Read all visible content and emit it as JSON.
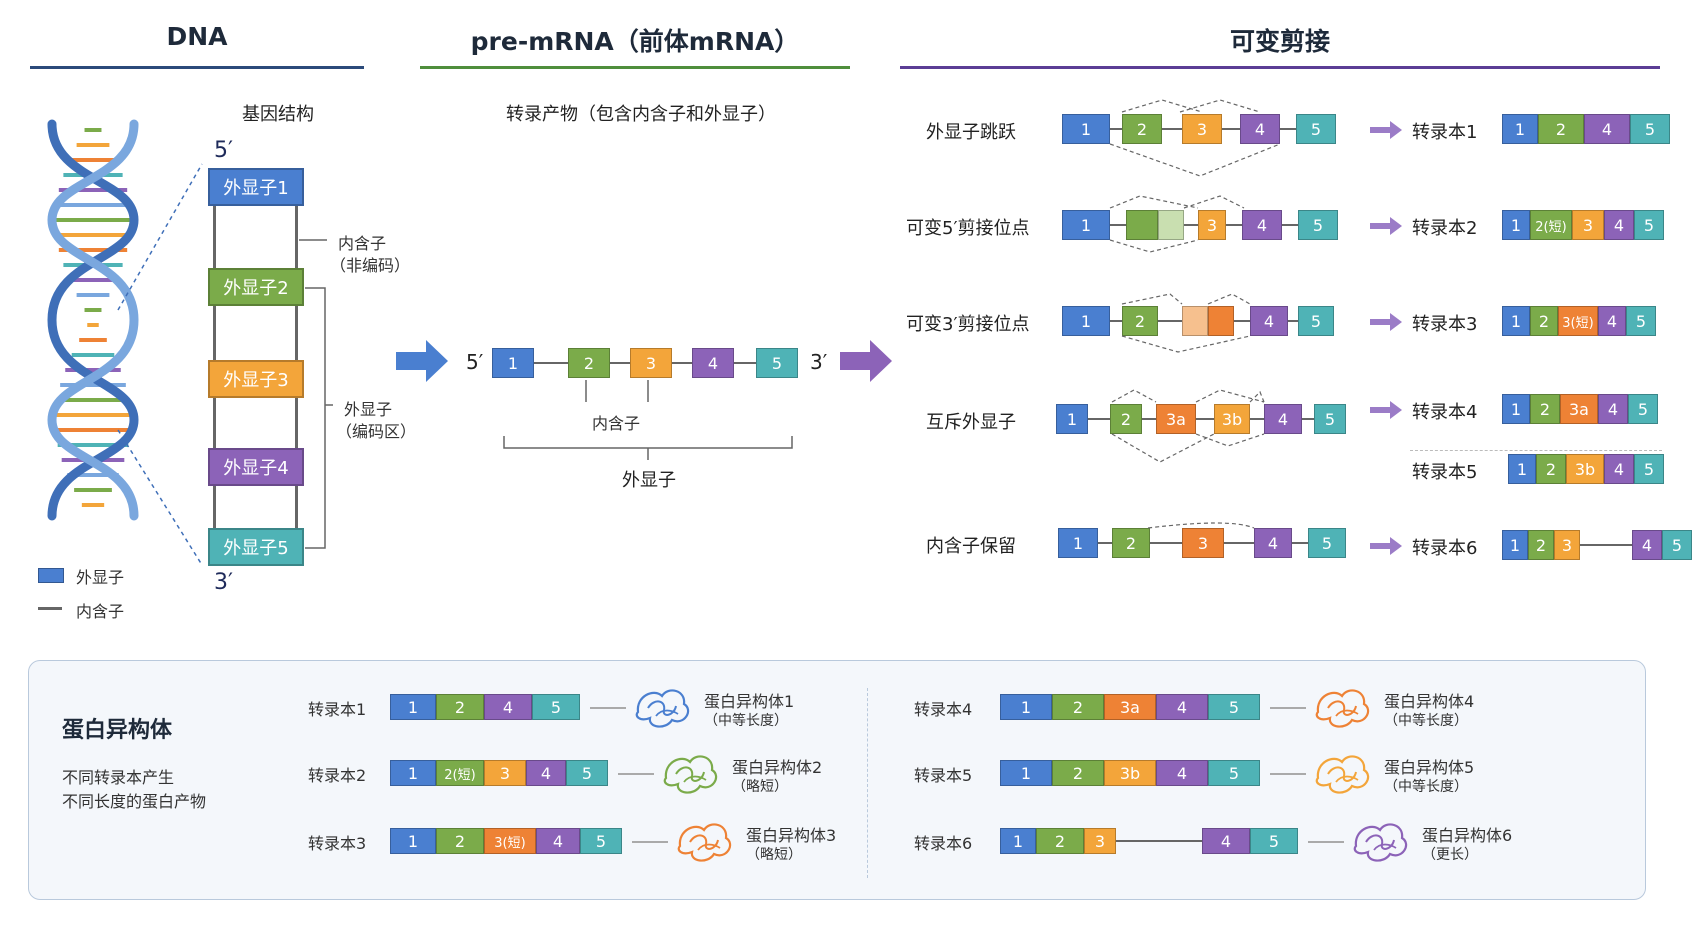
{
  "colors": {
    "e1": "#4a7fd0",
    "e2": "#7bab4a",
    "e3": "#f3a53a",
    "e3o": "#ee8235",
    "e4": "#8c63b8",
    "e5": "#4fb3b6",
    "intron": "#666666",
    "dna_header": "#2b4a7a",
    "pre_header": "#4f8e3c",
    "alt_header": "#5b3d95"
  },
  "headers": {
    "dna": "DNA",
    "pre": "pre-mRNA（前体mRNA）",
    "alt": "可变剪接"
  },
  "dna": {
    "gene_title": "基因结构",
    "five": "5′",
    "three": "3′",
    "exons": [
      "外显子1",
      "外显子2",
      "外显子3",
      "外显子4",
      "外显子5"
    ],
    "intron_label_1": "内含子",
    "intron_label_2": "（非编码）",
    "exon_label_1": "外显子",
    "exon_label_2": "（编码区）",
    "legend_exon": "外显子",
    "legend_intron": "内含子"
  },
  "pre": {
    "title": "转录产物（包含内含子和外显子）",
    "five": "5′",
    "three": "3′",
    "exons": [
      "1",
      "2",
      "3",
      "4",
      "5"
    ],
    "intron_label": "内含子",
    "exon_label": "外显子"
  },
  "alt": {
    "rows": [
      {
        "type": "外显子跳跃",
        "transcript": "转录本1"
      },
      {
        "type": "可变5′剪接位点",
        "transcript": "转录本2"
      },
      {
        "type": "可变3′剪接位点",
        "transcript": "转录本3"
      },
      {
        "type": "互斥外显子",
        "transcript": "转录本4",
        "transcript2": "转录本5"
      },
      {
        "type": "内含子保留",
        "transcript": "转录本6"
      }
    ],
    "pre_labels": {
      "e1": "1",
      "e2": "2",
      "e3": "3",
      "e3a": "3a",
      "e3b": "3b",
      "e4": "4",
      "e5": "5"
    },
    "results": [
      [
        "1",
        "2",
        "4",
        "5"
      ],
      [
        "1",
        "2(短)",
        "3",
        "4",
        "5"
      ],
      [
        "1",
        "2",
        "3(短)",
        "4",
        "5"
      ],
      [
        "1",
        "2",
        "3a",
        "4",
        "5"
      ],
      [
        "1",
        "2",
        "3b",
        "4",
        "5"
      ],
      [
        "1",
        "2",
        "3",
        "4",
        "5"
      ]
    ]
  },
  "protein": {
    "title": "蛋白异构体",
    "desc_1": "不同转录本产生",
    "desc_2": "不同长度的蛋白产物",
    "items": [
      {
        "transcript": "转录本1",
        "name": "蛋白异构体1",
        "len": "（中等长度）",
        "segs": [
          "1",
          "2",
          "4",
          "5"
        ]
      },
      {
        "transcript": "转录本2",
        "name": "蛋白异构体2",
        "len": "（略短）",
        "segs": [
          "1",
          "2(短)",
          "3",
          "4",
          "5"
        ]
      },
      {
        "transcript": "转录本3",
        "name": "蛋白异构体3",
        "len": "（略短）",
        "segs": [
          "1",
          "2",
          "3(短)",
          "4",
          "5"
        ]
      },
      {
        "transcript": "转录本4",
        "name": "蛋白异构体4",
        "len": "（中等长度）",
        "segs": [
          "1",
          "2",
          "3a",
          "4",
          "5"
        ]
      },
      {
        "transcript": "转录本5",
        "name": "蛋白异构体5",
        "len": "（中等长度）",
        "segs": [
          "1",
          "2",
          "3b",
          "4",
          "5"
        ]
      },
      {
        "transcript": "转录本6",
        "name": "蛋白异构体6",
        "len": "（更长）",
        "segs": [
          "1",
          "2",
          "3",
          "4",
          "5"
        ]
      }
    ]
  }
}
